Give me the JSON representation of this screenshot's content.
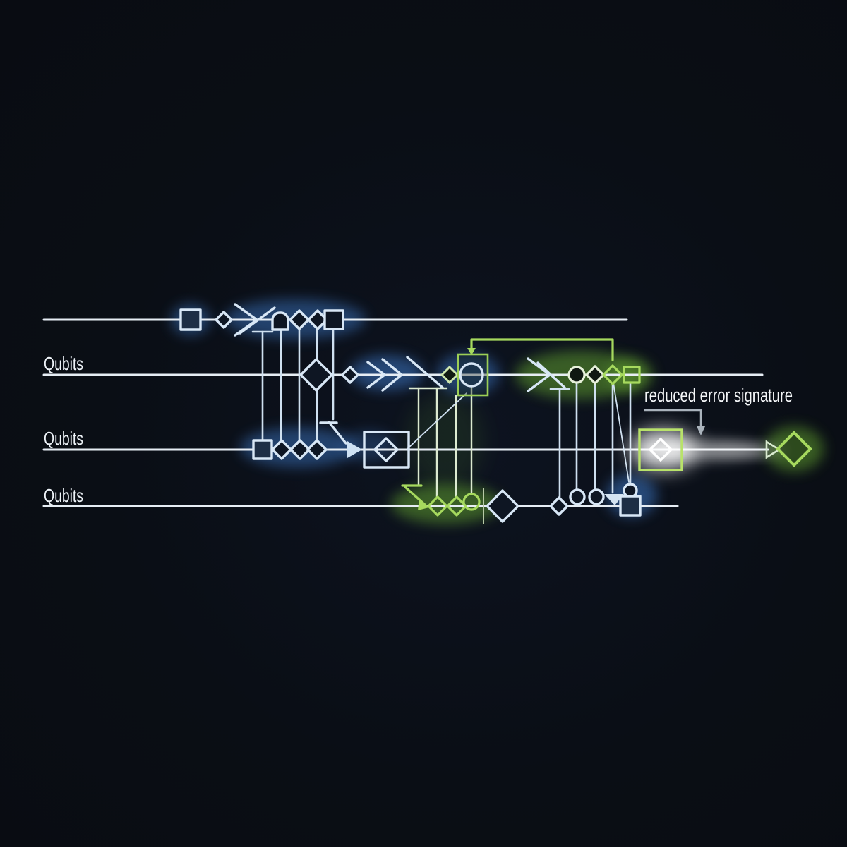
{
  "diagram": {
    "type": "quantum-error-correction-circuit",
    "labels": {
      "qubit_line_2": "Qubits",
      "qubit_line_3": "Qubits",
      "qubit_line_4": "Qubits",
      "annotation": "reduced error signature"
    },
    "colors": {
      "background": "#0a0e15",
      "wire": "#e6edf4",
      "gate_stroke_blue": "#d8e7f6",
      "gate_stroke_green": "#a6d95e",
      "glow_blue": "#3f7fd2",
      "glow_green": "#5f9c2e",
      "bloom_white": "#ffffff",
      "annotation_arrow": "#aab3bc"
    }
  }
}
